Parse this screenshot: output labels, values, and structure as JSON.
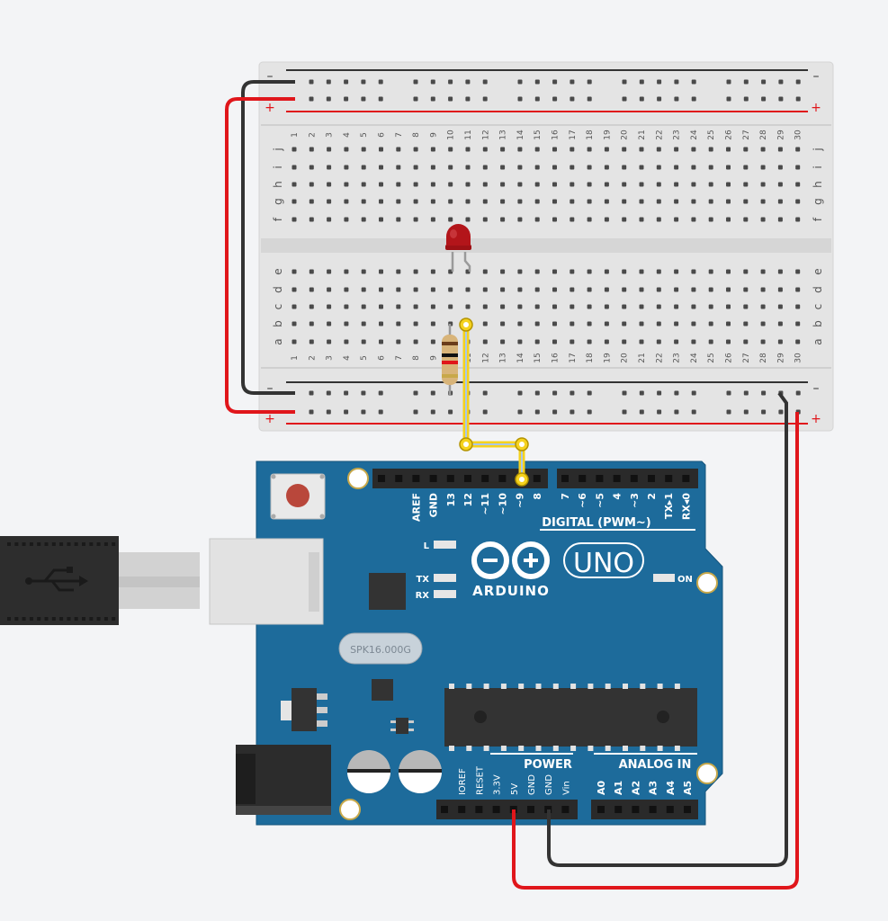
{
  "breadboard": {
    "columns": 30,
    "rows_top": [
      "j",
      "i",
      "h",
      "g",
      "f"
    ],
    "rows_bottom": [
      "e",
      "d",
      "c",
      "b",
      "a"
    ],
    "rail_minus": "–",
    "rail_plus": "+"
  },
  "board": {
    "logo_text": "ARDUINO",
    "model": "UNO",
    "digital_label": "DIGITAL (PWM~)",
    "digital_pins": [
      "AREF",
      "GND",
      "13",
      "12",
      "~11",
      "~10",
      "~9",
      "8",
      "7",
      "~6",
      "~5",
      "4",
      "~3",
      "2",
      "TX▸1",
      "RX◂0"
    ],
    "power_label": "POWER",
    "power_pins": [
      "IOREF",
      "RESET",
      "3.3V",
      "5V",
      "GND",
      "GND",
      "Vin"
    ],
    "analog_label": "ANALOG IN",
    "analog_pins": [
      "A0",
      "A1",
      "A2",
      "A3",
      "A4",
      "A5"
    ],
    "led_l": "L",
    "led_tx": "TX",
    "led_rx": "RX",
    "led_on": "ON",
    "crystal_text": "SPK16.000G"
  },
  "colors": {
    "board": "#1d6b9b",
    "breadboard": "#e4e4e4",
    "wire_red": "#e0161b",
    "wire_black": "#333333",
    "wire_yellow": "#f5d21e",
    "led": "#b3151a"
  }
}
